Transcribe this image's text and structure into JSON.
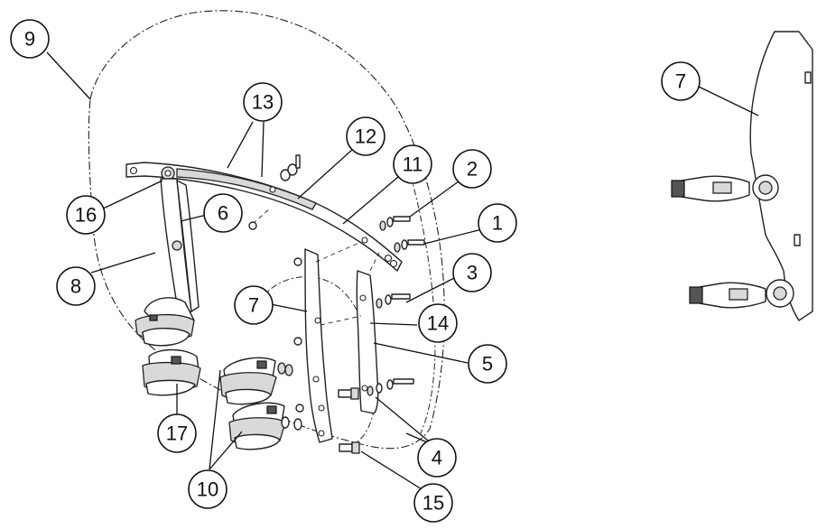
{
  "diagram": {
    "callouts": [
      {
        "label": "9"
      },
      {
        "label": "13"
      },
      {
        "label": "12"
      },
      {
        "label": "11"
      },
      {
        "label": "2"
      },
      {
        "label": "1"
      },
      {
        "label": "16"
      },
      {
        "label": "6"
      },
      {
        "label": "8"
      },
      {
        "label": "7"
      },
      {
        "label": "3"
      },
      {
        "label": "14"
      },
      {
        "label": "5"
      },
      {
        "label": "4"
      },
      {
        "label": "17"
      },
      {
        "label": "10"
      },
      {
        "label": "15"
      },
      {
        "label": "7"
      }
    ]
  },
  "colors": {
    "line": "#222222",
    "background": "#ffffff",
    "shade": "#d9d9d9"
  }
}
